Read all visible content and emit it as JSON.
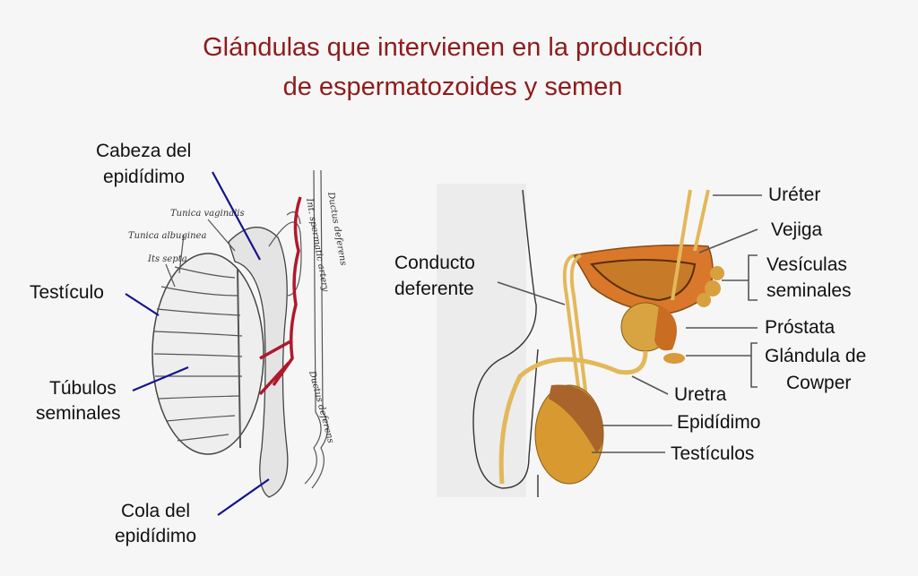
{
  "title": {
    "line1": "Glándulas que intervienen en la producción",
    "line2": "de espermatozoides y semen"
  },
  "left_diagram": {
    "labels": {
      "cabeza_1": "Cabeza del",
      "cabeza_2": "epidídimo",
      "testiculo": "Testículo",
      "tubulos_1": "Túbulos",
      "tubulos_2": "seminales",
      "cola_1": "Cola del",
      "cola_2": "epidídimo"
    },
    "engraving_labels": {
      "tunica_vaginalis": "Tunica vaginalis",
      "tunica_albuginea": "Tunica albuginea",
      "its_septa": "Its septa",
      "spermatic_artery": "Int. spermatic artery",
      "ductus_deferens": "Ductus deferens",
      "ductus_deferens_2": "Ductus deferens"
    }
  },
  "right_diagram": {
    "labels": {
      "ureter": "Uréter",
      "vejiga": "Vejiga",
      "vesiculas_1": "Vesículas",
      "vesiculas_2": "seminales",
      "prostata": "Próstata",
      "cowper_1": "Glándula de",
      "cowper_2": "Cowper",
      "conducto_1": "Conducto",
      "conducto_2": "deferente",
      "uretra": "Uretra",
      "epididimo": "Epidídimo",
      "testiculos": "Testículos"
    }
  },
  "colors": {
    "title": "#8e1b1b",
    "pointer_left": "#14148c",
    "artery": "#b0182c",
    "organ": "#d9892a"
  }
}
